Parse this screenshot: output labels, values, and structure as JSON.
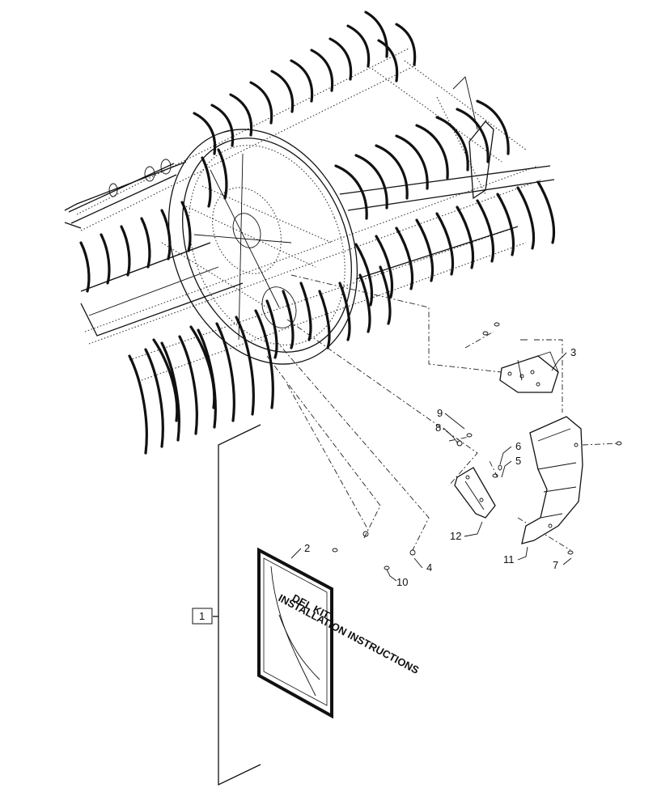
{
  "diagram": {
    "callouts": {
      "c1": "1",
      "c2": "2",
      "c3": "3",
      "c4": "4",
      "c5": "5",
      "c6": "6",
      "c7": "7",
      "c8": "8",
      "c9": "9",
      "c10": "10",
      "c11": "11",
      "c12": "12"
    },
    "manual": {
      "line1": "DEL KIT",
      "line2": "INSTALLATION INSTRUCTIONS"
    }
  }
}
